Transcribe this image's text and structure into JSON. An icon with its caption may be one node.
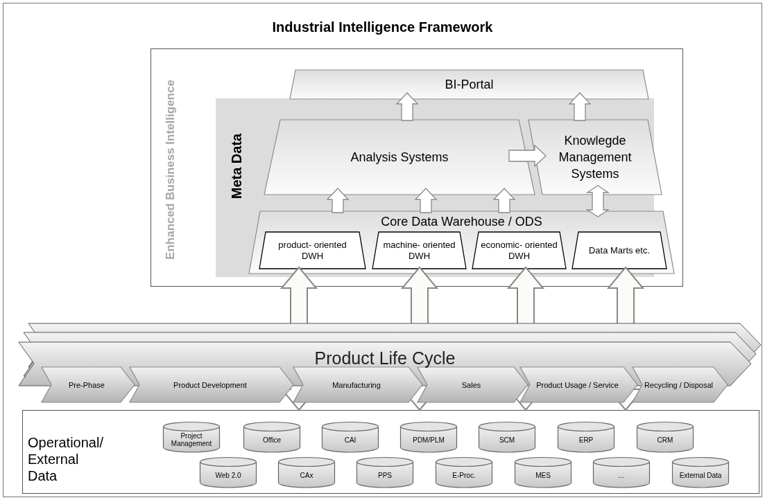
{
  "diagram": {
    "title": "Industrial Intelligence Framework",
    "nodes": [
      {
        "text": [
          "Enhanced Business Intelligence"
        ]
      },
      {
        "text": [
          "Meta Data"
        ],
        "in": 0
      },
      {
        "text": [
          "BI-Portal"
        ],
        "in": 0
      },
      {
        "text": [
          "Analysis Systems"
        ],
        "in": 1
      },
      {
        "text": [
          "Knowlegde Management Systems"
        ],
        "in": 1
      },
      {
        "text": [
          "Core Data Warehouse / ODS"
        ],
        "in": 1
      },
      {
        "text": [
          "product- oriented DWH"
        ],
        "in": 5
      },
      {
        "text": [
          "machine- oriented DWH"
        ],
        "in": 5
      },
      {
        "text": [
          "economic- oriented DWH"
        ],
        "in": 5
      },
      {
        "text": [
          "Data Marts etc."
        ],
        "in": 5
      },
      {
        "text": [
          "Product Life Cycle"
        ]
      },
      {
        "text": [
          "Pre-Phase"
        ]
      },
      {
        "text": [
          "Product Development"
        ]
      },
      {
        "text": [
          "Manufacturing"
        ]
      },
      {
        "text": [
          "Sales"
        ]
      },
      {
        "text": [
          "Product Usage / Service"
        ]
      },
      {
        "text": [
          "Recycling / Disposal"
        ]
      },
      {
        "text": [
          "Operational/ External Data"
        ]
      },
      {
        "text": [
          "Project Management"
        ],
        "in": 17
      },
      {
        "text": [
          "Office"
        ],
        "in": 17
      },
      {
        "text": [
          "CAI"
        ],
        "in": 17
      },
      {
        "text": [
          "PDM/PLM"
        ],
        "in": 17
      },
      {
        "text": [
          "SCM"
        ],
        "in": 17
      },
      {
        "text": [
          "ERP"
        ],
        "in": 17
      },
      {
        "text": [
          "CRM"
        ],
        "in": 17
      },
      {
        "text": [
          "Web 2.0"
        ],
        "in": 17
      },
      {
        "text": [
          "CAx"
        ],
        "in": 17
      },
      {
        "text": [
          "PPS"
        ],
        "in": 17
      },
      {
        "text": [
          "E-Proc."
        ],
        "in": 17
      },
      {
        "text": [
          "MES"
        ],
        "in": 17
      },
      {
        "text": [
          "…"
        ],
        "in": 17
      },
      {
        "text": [
          "External Data"
        ],
        "in": 17
      }
    ],
    "edges": [
      {
        "from": 3,
        "to": 2,
        "arrow": "to"
      },
      {
        "from": 4,
        "to": 2,
        "arrow": "to"
      },
      {
        "from": 3,
        "to": 4,
        "arrow": "to"
      },
      {
        "from": 5,
        "to": 3,
        "arrow": "to"
      },
      {
        "from": 5,
        "to": 3,
        "arrow": "to"
      },
      {
        "from": 5,
        "to": 3,
        "arrow": "to"
      },
      {
        "from": 4,
        "to": 5,
        "arrow": "both"
      },
      {
        "from": 17,
        "to": 6,
        "arrow": "both"
      },
      {
        "from": 17,
        "to": 7,
        "arrow": "both"
      },
      {
        "from": 17,
        "to": 8,
        "arrow": "both"
      },
      {
        "from": 17,
        "to": 9,
        "arrow": "both"
      }
    ]
  }
}
